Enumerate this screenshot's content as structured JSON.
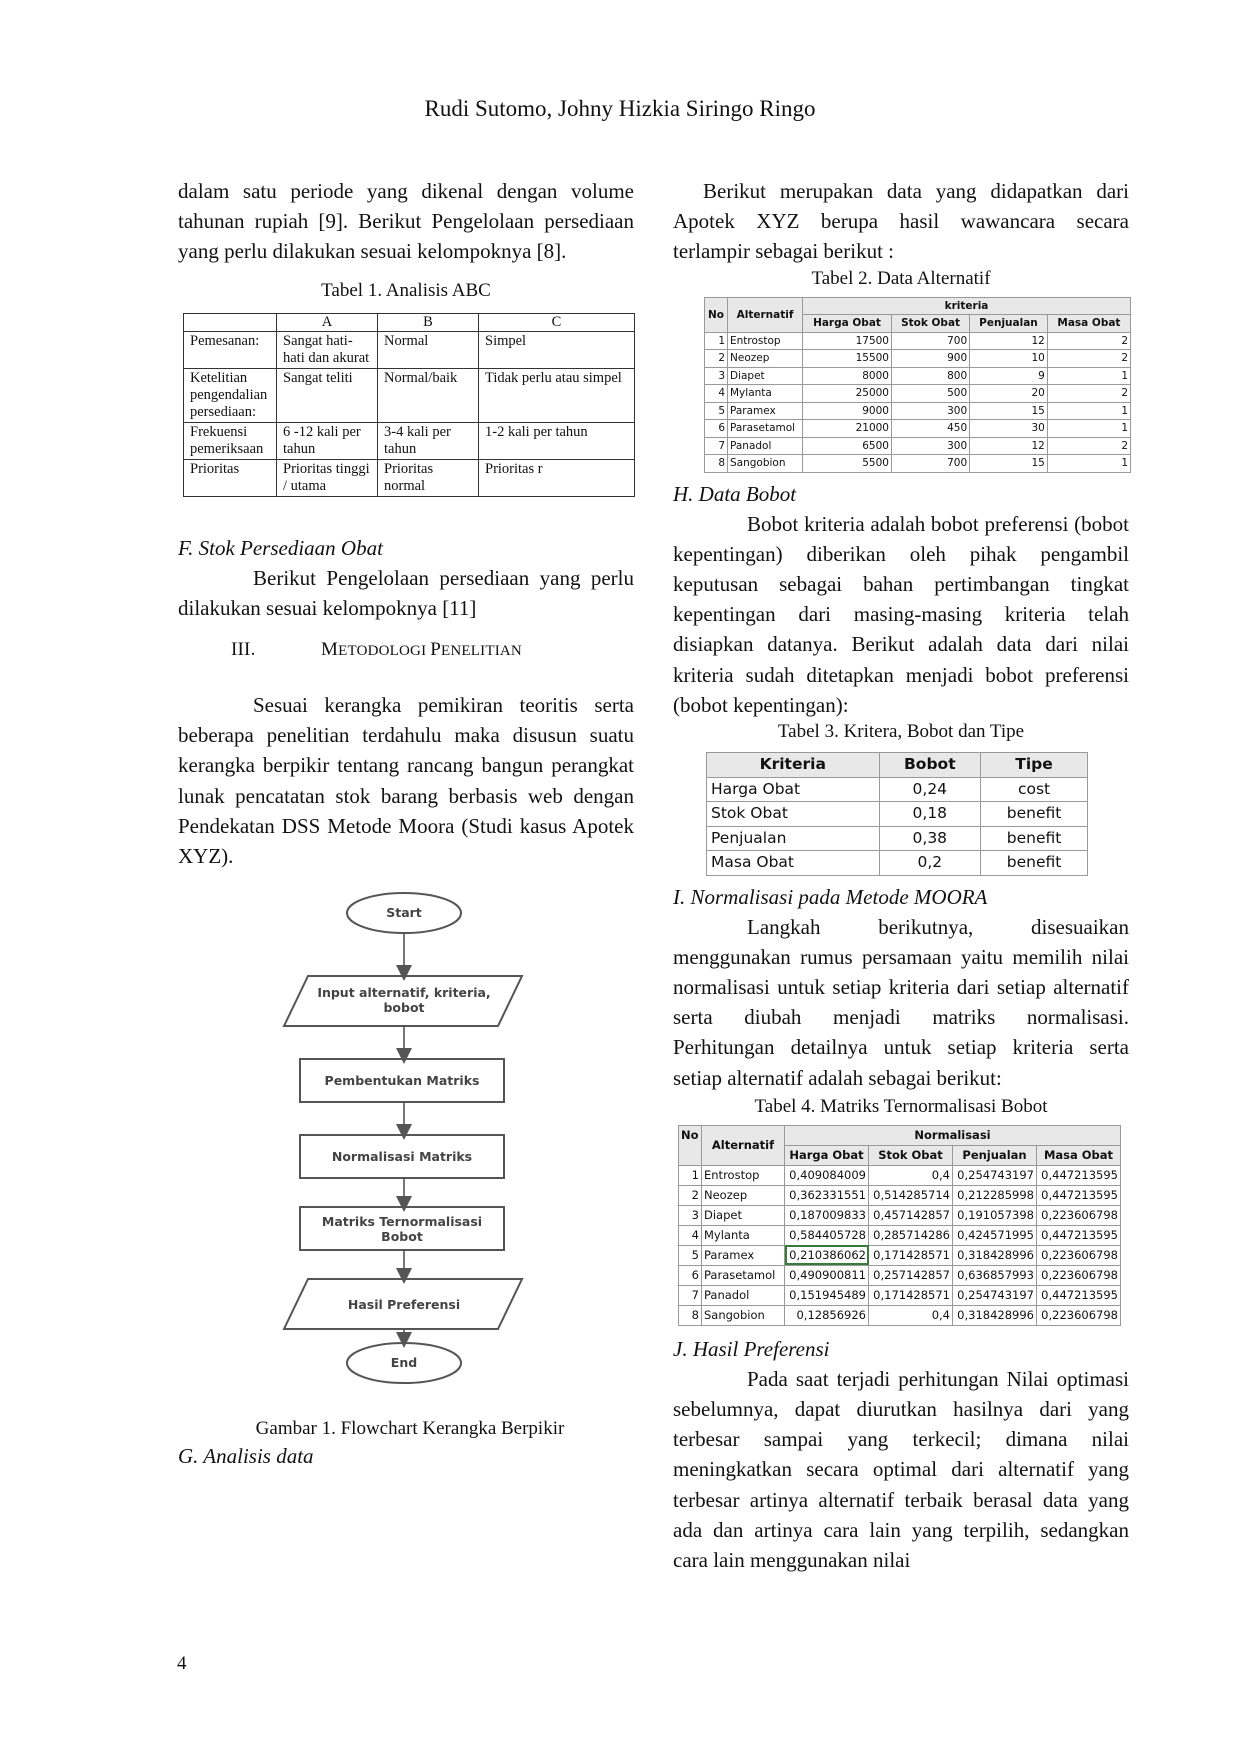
{
  "header": {
    "authors": "Rudi Sutomo, Johny Hizkia Siringo Ringo"
  },
  "left": {
    "intro_paragraph": "dalam satu periode yang dikenal dengan volume tahunan rupiah [9]. Berikut Pengelolaan persediaan yang perlu dilakukan sesuai kelompoknya [8].",
    "table1": {
      "caption": "Tabel 1. Analisis ABC",
      "columns": [
        "A",
        "B",
        "C"
      ],
      "rows": [
        {
          "label": "Pemesanan:",
          "cells": [
            "Sangat hati-hati dan akurat",
            "Normal",
            "Simpel"
          ]
        },
        {
          "label": "Ketelitian pengendalian persediaan:",
          "cells": [
            "Sangat teliti",
            "Normal/baik",
            "Tidak perlu atau simpel"
          ]
        },
        {
          "label": "Frekuensi pemeriksaan",
          "cells": [
            "6 -12 kali per tahun",
            "3-4 kali per tahun",
            "1-2 kali per tahun"
          ]
        },
        {
          "label": "Prioritas",
          "cells": [
            "Prioritas tinggi / utama",
            "Prioritas normal",
            "Prioritas r"
          ]
        }
      ]
    },
    "section_f": {
      "heading": "F.  Stok Persediaan Obat",
      "text": "Berikut Pengelolaan persediaan yang perlu dilakukan sesuai kelompoknya [11]"
    },
    "section_iii": {
      "number": "III.",
      "title_m": "M",
      "title_rest1": "ETODOLOGI ",
      "title_p": "P",
      "title_rest2": "ENELITIAN"
    },
    "method_paragraph": "Sesuai kerangka pemikiran teoritis serta beberapa penelitian terdahulu maka disusun suatu kerangka berpikir tentang rancang bangun perangkat lunak pencatatan stok barang berbasis web dengan Pendekatan DSS Metode Moora (Studi kasus Apotek XYZ).",
    "flowchart": {
      "start": "Start",
      "input_line1": "Input alternatif, kriteria,",
      "input_line2": "bobot",
      "step1": "Pembentukan Matriks",
      "step2": "Normalisasi Matriks",
      "step3_line1": "Matriks Ternormalisasi",
      "step3_line2": "Bobot",
      "output": "Hasil Preferensi",
      "end": "End",
      "caption": "Gambar 1. Flowchart Kerangka Berpikir"
    },
    "section_g": {
      "heading": "G.  Analisis data"
    }
  },
  "right": {
    "intro_paragraph": "Berikut merupakan data yang didapatkan dari Apotek XYZ berupa hasil wawancara secara terlampir sebagai berikut :",
    "table2": {
      "caption": "Tabel 2. Data Alternatif",
      "h_no": "No",
      "h_alt": "Alternatif",
      "h_group": "kriteria",
      "columns": [
        "Harga Obat",
        "Stok Obat",
        "Penjualan",
        "Masa Obat"
      ],
      "rows": [
        {
          "no": "1",
          "name": "Entrostop",
          "vals": [
            "17500",
            "700",
            "12",
            "2"
          ]
        },
        {
          "no": "2",
          "name": "Neozep",
          "vals": [
            "15500",
            "900",
            "10",
            "2"
          ]
        },
        {
          "no": "3",
          "name": "Diapet",
          "vals": [
            "8000",
            "800",
            "9",
            "1"
          ]
        },
        {
          "no": "4",
          "name": "Mylanta",
          "vals": [
            "25000",
            "500",
            "20",
            "2"
          ]
        },
        {
          "no": "5",
          "name": "Paramex",
          "vals": [
            "9000",
            "300",
            "15",
            "1"
          ]
        },
        {
          "no": "6",
          "name": "Parasetamol",
          "vals": [
            "21000",
            "450",
            "30",
            "1"
          ]
        },
        {
          "no": "7",
          "name": "Panadol",
          "vals": [
            "6500",
            "300",
            "12",
            "2"
          ]
        },
        {
          "no": "8",
          "name": "Sangobion",
          "vals": [
            "5500",
            "700",
            "15",
            "1"
          ]
        }
      ]
    },
    "section_h": {
      "heading": "H.  Data Bobot",
      "text": "Bobot kriteria adalah bobot preferensi (bobot kepentingan) diberikan oleh pihak pengambil keputusan sebagai bahan pertimbangan tingkat kepentingan dari masing-masing kriteria telah disiapkan datanya. Berikut adalah data dari nilai kriteria sudah ditetapkan menjadi bobot preferensi (bobot kepentingan):"
    },
    "table3": {
      "caption": "Tabel 3. Kritera, Bobot dan Tipe",
      "columns": [
        "Kriteria",
        "Bobot",
        "Tipe"
      ],
      "rows": [
        [
          "Harga Obat",
          "0,24",
          "cost"
        ],
        [
          "Stok Obat",
          "0,18",
          "benefit"
        ],
        [
          "Penjualan",
          "0,38",
          "benefit"
        ],
        [
          "Masa Obat",
          "0,2",
          "benefit"
        ]
      ]
    },
    "section_i": {
      "heading": "I.   Normalisasi pada Metode MOORA",
      "text": "Langkah berikutnya, disesuaikan menggunakan rumus persamaan yaitu memilih nilai normalisasi untuk setiap kriteria dari setiap alternatif serta diubah menjadi matriks normalisasi. Perhitungan detailnya untuk setiap kriteria serta setiap alternatif adalah sebagai berikut:"
    },
    "table4": {
      "caption": "Tabel 4. Matriks Ternormalisasi Bobot",
      "h_no": "No",
      "h_alt": "Alternatif",
      "h_group": "Normalisasi",
      "columns": [
        "Harga Obat",
        "Stok Obat",
        "Penjualan",
        "Masa Obat"
      ],
      "rows": [
        {
          "no": "1",
          "name": "Entrostop",
          "vals": [
            "0,409084009",
            "0,4",
            "0,254743197",
            "0,447213595"
          ]
        },
        {
          "no": "2",
          "name": "Neozep",
          "vals": [
            "0,362331551",
            "0,514285714",
            "0,212285998",
            "0,447213595"
          ]
        },
        {
          "no": "3",
          "name": "Diapet",
          "vals": [
            "0,187009833",
            "0,457142857",
            "0,191057398",
            "0,223606798"
          ]
        },
        {
          "no": "4",
          "name": "Mylanta",
          "vals": [
            "0,584405728",
            "0,285714286",
            "0,424571995",
            "0,447213595"
          ]
        },
        {
          "no": "5",
          "name": "Paramex",
          "vals": [
            "0,210386062",
            "0,171428571",
            "0,318428996",
            "0,223606798"
          ]
        },
        {
          "no": "6",
          "name": "Parasetamol",
          "vals": [
            "0,490900811",
            "0,257142857",
            "0,636857993",
            "0,223606798"
          ]
        },
        {
          "no": "7",
          "name": "Panadol",
          "vals": [
            "0,151945489",
            "0,171428571",
            "0,254743197",
            "0,447213595"
          ]
        },
        {
          "no": "8",
          "name": "Sangobion",
          "vals": [
            "0,12856926",
            "0,4",
            "0,318428996",
            "0,223606798"
          ]
        }
      ]
    },
    "section_j": {
      "heading": "J.   Hasil Preferensi",
      "text": "Pada saat terjadi perhitungan Nilai optimasi sebelumnya, dapat diurutkan hasilnya dari yang terbesar sampai yang terkecil; dimana nilai meningkatkan secara optimal dari alternatif yang terbesar artinya alternatif terbaik berasal data yang ada dan artinya cara lain yang terpilih, sedangkan cara lain menggunakan nilai"
    }
  },
  "footer": {
    "page_number": "4"
  }
}
